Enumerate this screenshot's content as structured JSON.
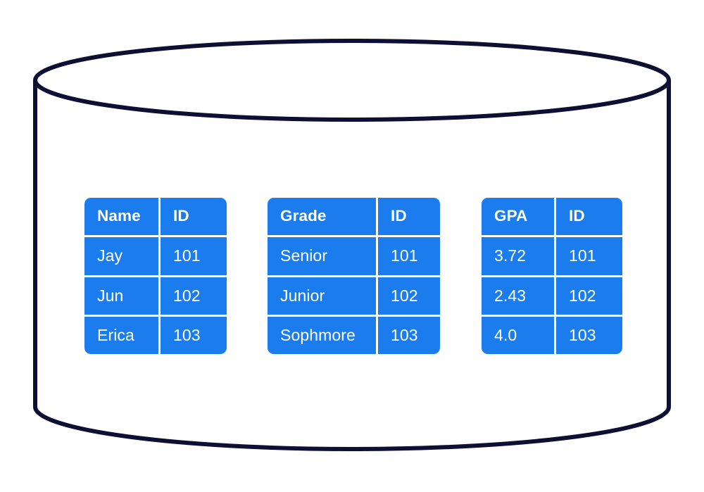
{
  "figure": {
    "kind": "database-cylinder-diagram",
    "background_color": "#ffffff",
    "cylinder": {
      "name": "database-cylinder",
      "stroke_color": "#0d0f33",
      "fill_color": "#ffffff",
      "stroke_width": 6
    },
    "accent_color": "#1b7ced",
    "text_color": "#ffffff"
  },
  "tables": [
    {
      "id": "table-name",
      "name": "name-id-table",
      "columns": [
        "Name",
        "ID"
      ],
      "rows": [
        [
          "Jay",
          "101"
        ],
        [
          "Jun",
          "102"
        ],
        [
          "Erica",
          "103"
        ]
      ]
    },
    {
      "id": "table-grade",
      "name": "grade-id-table",
      "columns": [
        "Grade",
        "ID"
      ],
      "rows": [
        [
          "Senior",
          "101"
        ],
        [
          "Junior",
          "102"
        ],
        [
          "Sophmore",
          "103"
        ]
      ]
    },
    {
      "id": "table-gpa",
      "name": "gpa-id-table",
      "columns": [
        "GPA",
        "ID"
      ],
      "rows": [
        [
          "3.72",
          "101"
        ],
        [
          "2.43",
          "102"
        ],
        [
          "4.0",
          "103"
        ]
      ]
    }
  ]
}
